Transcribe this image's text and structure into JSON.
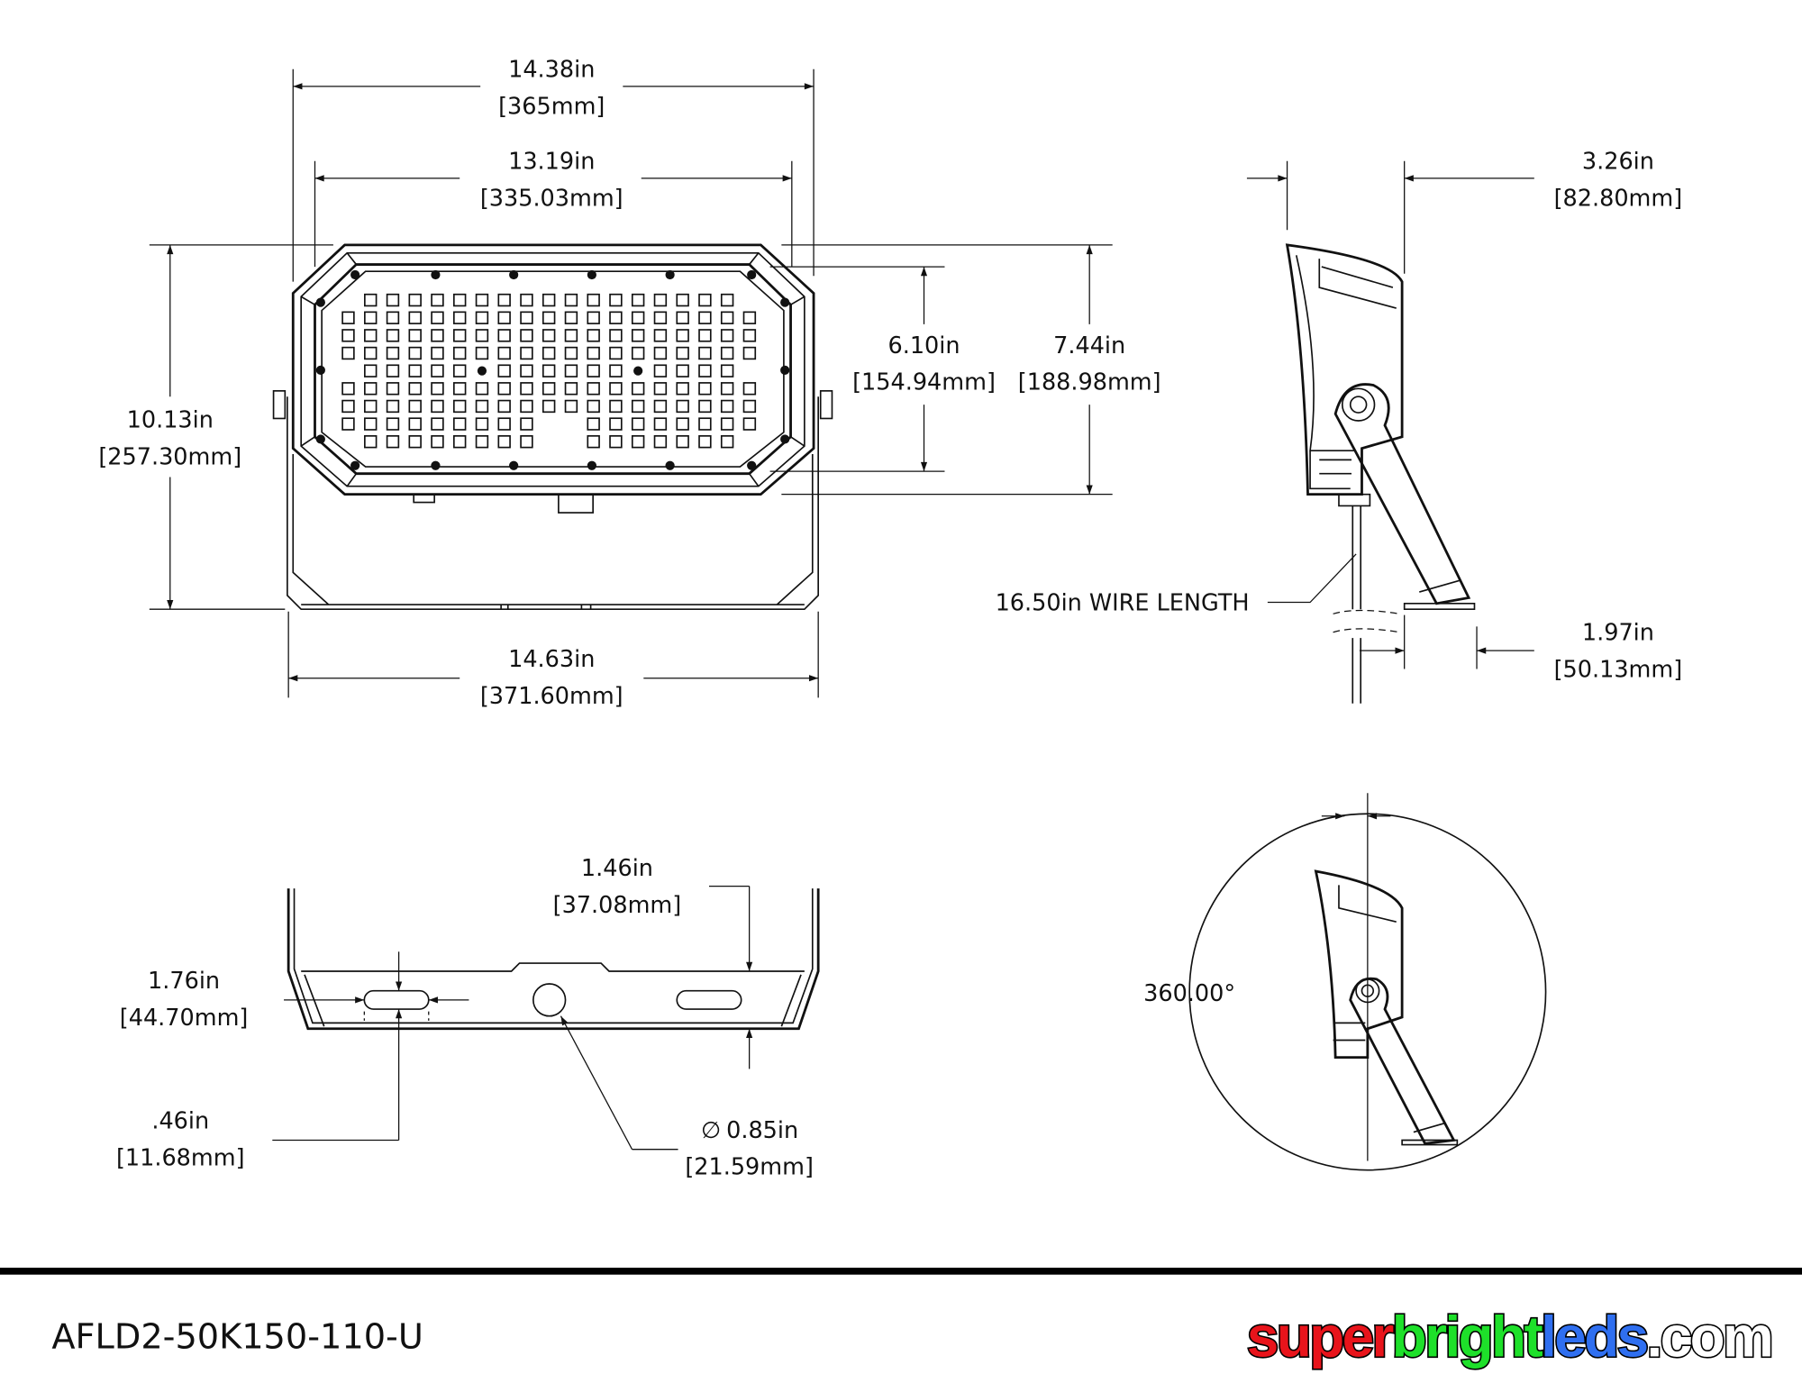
{
  "front_view": {
    "overall_width": {
      "in": "14.38in",
      "mm": "[365mm]"
    },
    "lens_width": {
      "in": "13.19in",
      "mm": "[335.03mm]"
    },
    "overall_height": {
      "in": "10.13in",
      "mm": "[257.30mm]"
    },
    "lens_height": {
      "in": "6.10in",
      "mm": "[154.94mm]"
    },
    "housing_height": {
      "in": "7.44in",
      "mm": "[188.98mm]"
    },
    "bracket_width": {
      "in": "14.63in",
      "mm": "[371.60mm]"
    }
  },
  "side_view": {
    "depth": {
      "in": "3.26in",
      "mm": "[82.80mm]"
    },
    "wire_length": "16.50in WIRE LENGTH",
    "bracket_offset": {
      "in": "1.97in",
      "mm": "[50.13mm]"
    }
  },
  "bracket_view": {
    "bracket_depth": {
      "in": "1.46in",
      "mm": "[37.08mm]"
    },
    "slot_length": {
      "in": "1.76in",
      "mm": "[44.70mm]"
    },
    "slot_width": {
      "in": ".46in",
      "mm": "[11.68mm]"
    },
    "hole_diameter": {
      "symbol": "∅",
      "in": "0.85in",
      "mm": "[21.59mm]"
    }
  },
  "rotation_view": {
    "angle": "360.00°"
  },
  "footer": {
    "part_number": "AFLD2-50K150-110-U",
    "logo": {
      "part1": "super",
      "part2": "bright",
      "part3": "leds",
      "part4": ".com",
      "colors": {
        "part1": "#e8141b",
        "part2": "#1ee02a",
        "part3": "#2f6ff0",
        "part4": "#ffffff"
      }
    }
  }
}
